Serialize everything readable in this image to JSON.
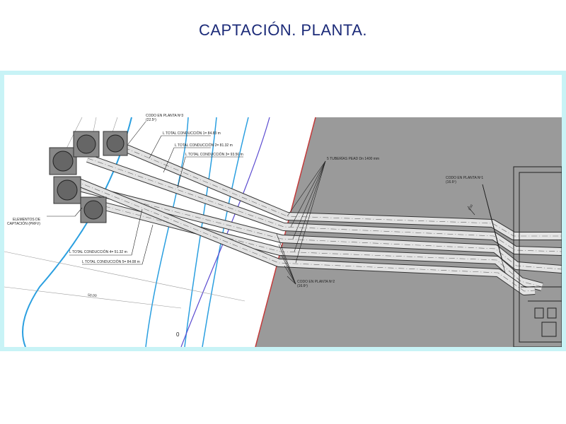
{
  "title": "CAPTACIÓN. PLANTA.",
  "labels": {
    "codo3": [
      "CODO EN PLANTA Nº3",
      "(22.5º)"
    ],
    "l1": "L TOTAL CONDUCCIÓN 1= 84.83 m",
    "l2": "L TOTAL CONDUCCIÓN 2= 81.32 m",
    "l3": "L TOTAL CONDUCCIÓN 3= 93.56 m",
    "tuberias": "5 TUBERÍAS PEAD Dn 1400 mm",
    "codo1": "CODO EN PLANTA Nº1",
    "codo1b": "(16.6º)",
    "elementos": [
      "ELEMENTOS DE",
      "CAPTACIÓN (PRFV)"
    ],
    "l4": "L TOTAL CONDUCCIÓN 4= 51.32 m",
    "l5": "L TOTAL CONDUCCIÓN 5= 84.08 m",
    "codo2": [
      "CODO EN PLANTA Nº2",
      "(16.6º)"
    ],
    "dim1": "50.00",
    "dim2": "1.50"
  },
  "colors": {
    "frame": "#c8f3f6",
    "title": "#1b2a78",
    "shore": "#9a9a9a",
    "pipe": "#e3e3e3",
    "water": "#2a9fe0",
    "bathy": "#5a4ad0",
    "coast": "#c33a3a"
  }
}
